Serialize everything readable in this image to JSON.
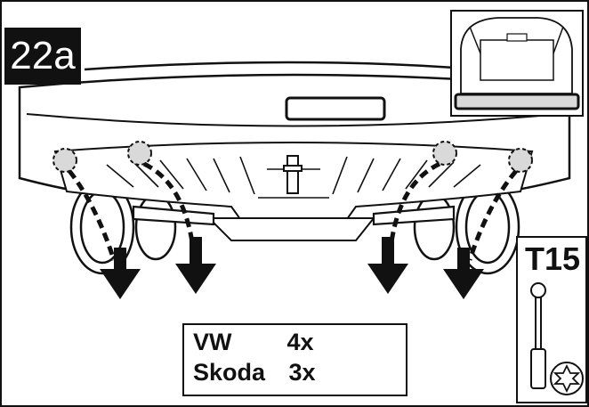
{
  "step": {
    "label": "22a"
  },
  "tool": {
    "label": "T15"
  },
  "fasteners": {
    "rows": [
      {
        "brand": "VW",
        "count": "4x"
      },
      {
        "brand": "Skoda",
        "count": "3x"
      }
    ]
  },
  "icons": {
    "inset": "car-rear-trunk-open-icon",
    "removal_arrows": "down-arrow-icon",
    "clip": "push-clip-icon",
    "tool": "torx-screwdriver-icon",
    "torx": "torx-bit-icon"
  },
  "colors": {
    "ink": "#111111",
    "highlight": "#d9d9d9",
    "clip": "#9a9a9a"
  }
}
